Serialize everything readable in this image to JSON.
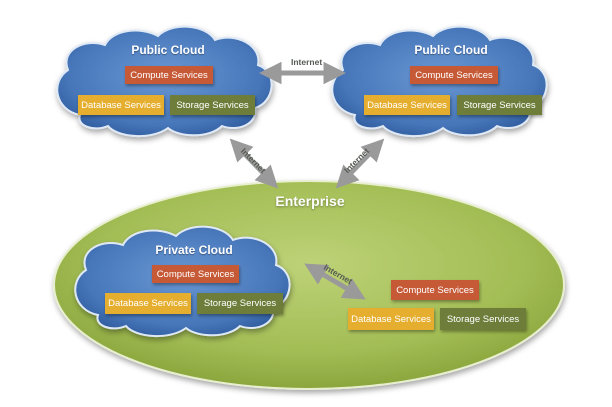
{
  "colors": {
    "cloud_fill": "#4e7fc2",
    "cloud_dark": "#2b5898",
    "enterprise_fill": "#a9c25b",
    "compute": "#c65a37",
    "database": "#e6ae2e",
    "storage": "#6e7d3a",
    "arrow": "#9a9a9a"
  },
  "public_cloud_left": {
    "title": "Public Cloud",
    "compute": "Compute Services",
    "database": "Database Services",
    "storage": "Storage Services"
  },
  "public_cloud_right": {
    "title": "Public Cloud",
    "compute": "Compute Services",
    "database": "Database Services",
    "storage": "Storage Services"
  },
  "enterprise": {
    "title": "Enterprise",
    "compute": "Compute Services",
    "database": "Database Services",
    "storage": "Storage Services"
  },
  "private_cloud": {
    "title": "Private Cloud",
    "compute": "Compute Services",
    "database": "Database Services",
    "storage": "Storage Services"
  },
  "connections": {
    "top": "Internet",
    "left": "Internet",
    "right": "Internet",
    "private": "Internet"
  }
}
